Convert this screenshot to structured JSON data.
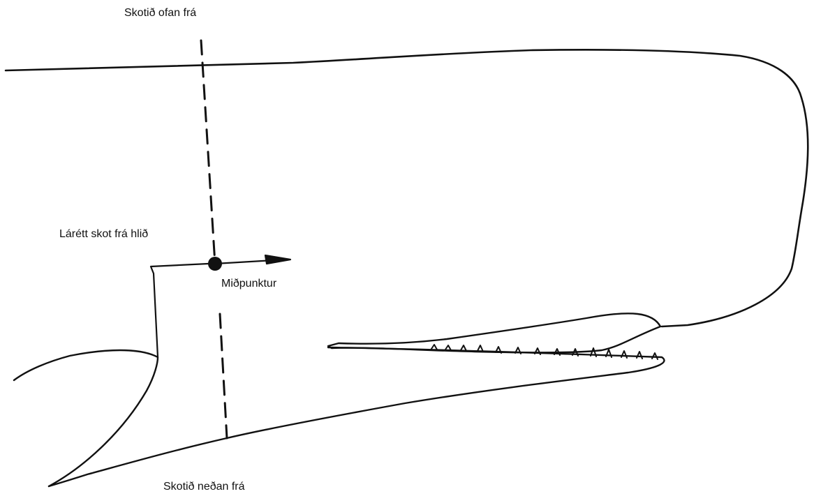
{
  "labels": {
    "top_shot": "Skotið ofan frá",
    "side_shot": "Lárétt skot frá hlið",
    "center_point": "Miðpunktur",
    "bottom_shot": "Skotið neðan frá"
  },
  "colors": {
    "ink": "#111111",
    "background": "#ffffff"
  }
}
